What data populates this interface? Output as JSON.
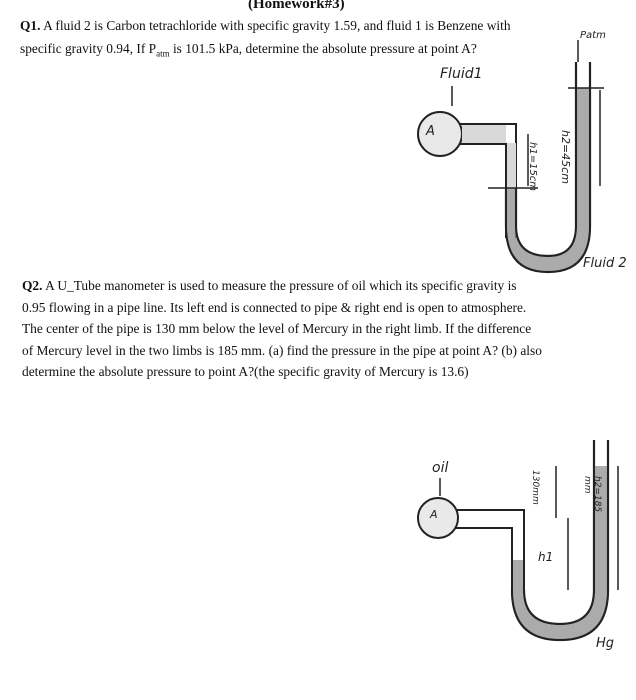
{
  "title": "(Homework#3)",
  "q1": {
    "number": "Q1.",
    "text_line1": "A fluid 2 is Carbon tetrachloride with specific gravity 1.59, and fluid 1 is Benzene with",
    "text_line2a": "specific gravity 0.94, If P",
    "text_sub": "atm",
    "text_line2b": " is 101.5 kPa, determine the absolute pressure at point A?"
  },
  "q2": {
    "number": "Q2.",
    "lines": [
      " A U_Tube manometer is used to measure the pressure of oil which its specific gravity is",
      "0.95 flowing in a pipe line. Its left end is connected to pipe & right end is open to atmosphere.",
      "The center of the pipe is 130 mm below the level of Mercury in the right limb. If the difference",
      "of Mercury level in the two limbs is 185 mm. (a) find the pressure in the pipe at point A? (b) also",
      "determine the absolute pressure to point A?(the specific gravity of Mercury is 13.6)"
    ]
  },
  "figure1": {
    "patm_label": "Patm",
    "fluid1_label": "Fluid1",
    "fluid2_label": "Fluid 2",
    "point_label": "A",
    "h2_label": "h2=45cm",
    "h1_label": "h1=15cm"
  },
  "figure2": {
    "oil_label": "oil",
    "point_label": "A",
    "dim_130": "130mm",
    "h1_label": "h1",
    "h2_label": "h2=185 mm",
    "hg_label": "Hg"
  }
}
